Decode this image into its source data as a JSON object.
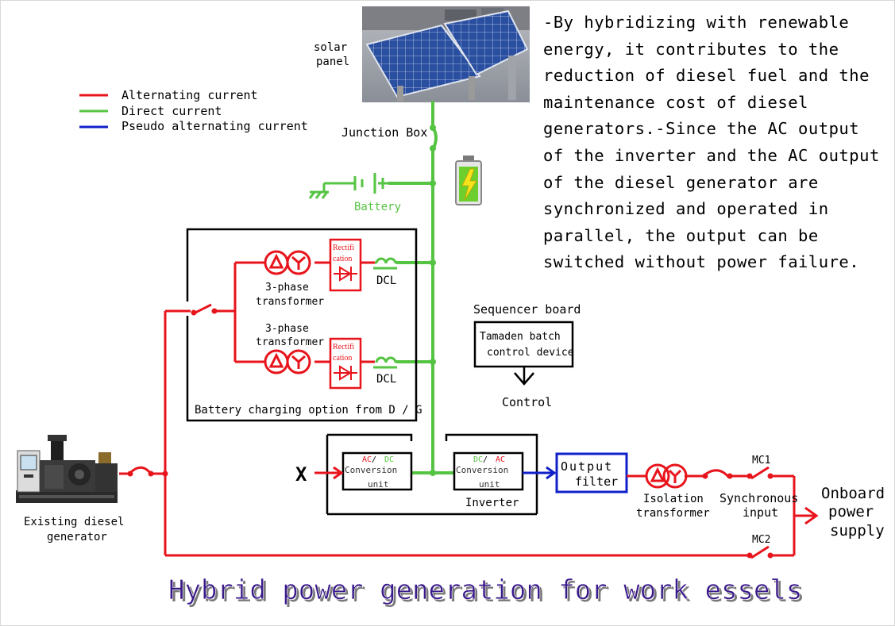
{
  "title": "Hybrid power generation for work essels",
  "description": "-By hybridizing with renewable energy, it contributes to the reduction of diesel fuel and the maintenance cost of diesel generators.-Since the AC output of the inverter and the AC output of the diesel generator are synchronized and operated in parallel, the output can be switched without power failure.",
  "legend": [
    {
      "label": "Alternating current",
      "color": "#e8141c"
    },
    {
      "label": "Direct current",
      "color": "#55c442"
    },
    {
      "label": "Pseudo alternating current",
      "color": "#1020c8"
    }
  ],
  "labels": {
    "solar_panel_1": "solar",
    "solar_panel_2": "panel",
    "junction_box": "Junction Box",
    "battery": "Battery",
    "transformer1_a": "3-phase",
    "transformer1_b": "transformer",
    "transformer2_a": "3-phase",
    "transformer2_b": "transformer",
    "rectification_a": "Rectifi",
    "rectification_b": "cation",
    "dcl": "DCL",
    "charging_option": "Battery charging option from D / G",
    "sequencer_board": "Sequencer board",
    "tamaden_1": "Tamaden batch",
    "tamaden_2": "control device",
    "control": "Control",
    "acdc_ac": "AC",
    "acdc_sep": " / ",
    "acdc_dc": "DC",
    "conversion": "Conversion",
    "unit": "unit",
    "dcac_dc": "DC",
    "dcac_ac": "AC",
    "inverter": "Inverter",
    "output_filter_1": "Output",
    "output_filter_2": "filter",
    "isolation_1": "Isolation",
    "isolation_2": "transformer",
    "sync_1": "Synchronous",
    "sync_2": "input",
    "mc1": "MC1",
    "mc2": "MC2",
    "onboard_1": "Onboard",
    "onboard_2": "power",
    "onboard_3": "supply",
    "diesel_1": "Existing diesel",
    "diesel_2": "generator",
    "x_mark": "X"
  },
  "icons": [
    "solar-panel-photo",
    "battery-icon",
    "diesel-generator-photo",
    "ground-icon",
    "transformer-icon",
    "diode-icon",
    "inductor-icon",
    "switch-icon"
  ],
  "colors": {
    "ac": "#e8141c",
    "dc": "#55c442",
    "pseudo_ac": "#1020c8",
    "title": "#3a1a8a"
  }
}
